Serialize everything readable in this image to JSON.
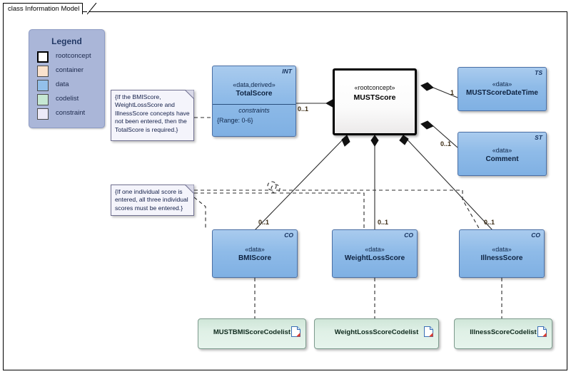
{
  "diagram": {
    "title": "class Information Model",
    "legend": {
      "title": "Legend",
      "items": [
        {
          "label": "rootconcept",
          "color": "#ffffff"
        },
        {
          "label": "container",
          "color": "#fae2cd"
        },
        {
          "label": "data",
          "color": "#93c0ea"
        },
        {
          "label": "codelist",
          "color": "#c6e8d3"
        },
        {
          "label": "constraint",
          "color": "#eceaf8"
        }
      ],
      "bg": "#aab6d8"
    },
    "classes": [
      {
        "id": "totalscore",
        "stereotype": "«data,derived»",
        "name": "TotalScore",
        "corner": "INT",
        "compartment_title": "constraints",
        "compartment_items": [
          "{Range: 0-6}"
        ]
      },
      {
        "id": "mustscore",
        "stereotype": "«rootconcept»",
        "name": "MUSTScore",
        "corner": ""
      },
      {
        "id": "mustscoredatetime",
        "stereotype": "«data»",
        "name": "MUSTScoreDateTime",
        "corner": "TS"
      },
      {
        "id": "comment",
        "stereotype": "«data»",
        "name": "Comment",
        "corner": "ST"
      },
      {
        "id": "bmiscore",
        "stereotype": "«data»",
        "name": "BMIScore",
        "corner": "CO"
      },
      {
        "id": "weightlossscore",
        "stereotype": "«data»",
        "name": "WeightLossScore",
        "corner": "CO"
      },
      {
        "id": "illnessscore",
        "stereotype": "«data»",
        "name": "IllnessScore",
        "corner": "CO"
      }
    ],
    "codelists": [
      {
        "id": "mustbmiscorecodelist",
        "name": "MUSTBMIScoreCodelist"
      },
      {
        "id": "weightlossscorecodelist",
        "name": "WeightLossScoreCodelist"
      },
      {
        "id": "illnessscorecodelist",
        "name": "IllnessScoreCodelist"
      }
    ],
    "notes": [
      {
        "id": "note-totalscore",
        "text": "{If the BMIScore,\nWeightLossScore and\nIllnessScore concepts have\nnot been entered, then the\nTotalScore is required.}"
      },
      {
        "id": "note-individual-scores",
        "text": "{If one individual score is\nentered, all three individual\nscores must be entered.}"
      }
    ],
    "multiplicities": [
      {
        "id": "mult-totalscore",
        "value": "0..1"
      },
      {
        "id": "mult-datetime",
        "value": "1"
      },
      {
        "id": "mult-comment",
        "value": "0..1"
      },
      {
        "id": "mult-bmiscore",
        "value": "0..1"
      },
      {
        "id": "mult-weightlossscore",
        "value": "0..1"
      },
      {
        "id": "mult-illnessscore",
        "value": "0..1"
      }
    ]
  }
}
